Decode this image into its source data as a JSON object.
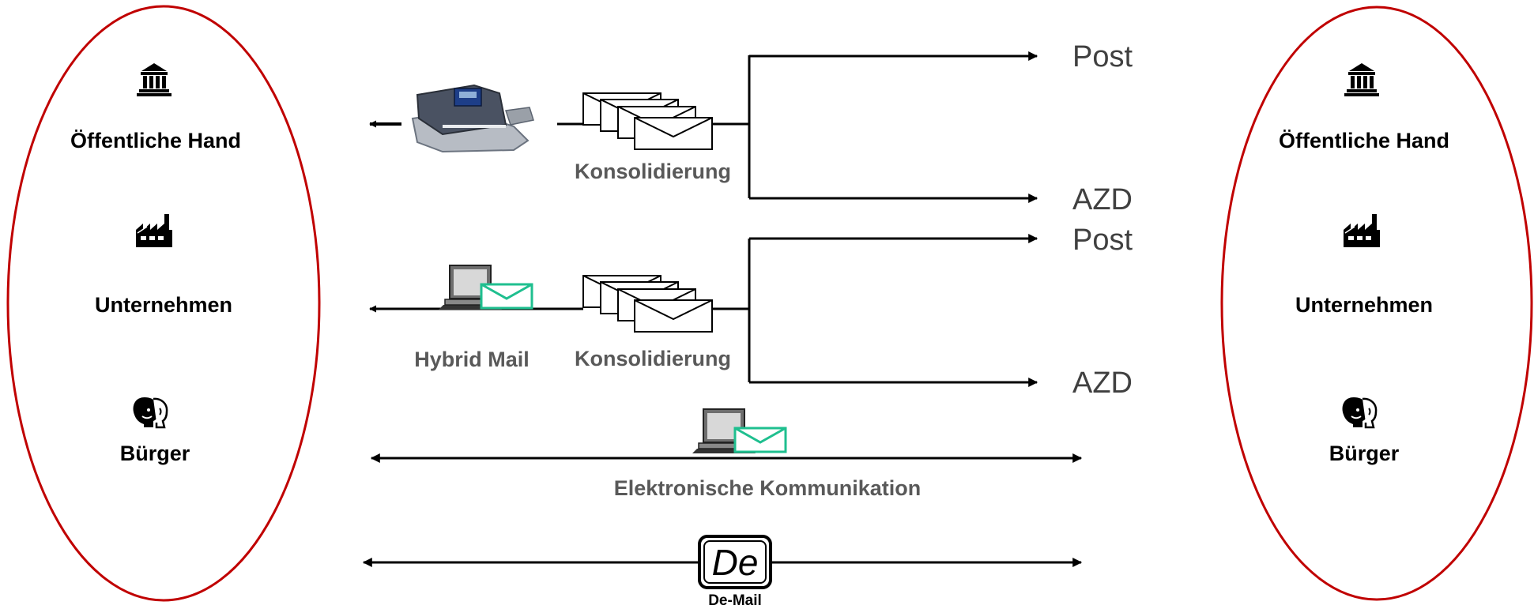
{
  "colors": {
    "ellipse_stroke": "#c00000",
    "line": "#000000",
    "gray_text": "#595959",
    "dest_text": "#404040",
    "envelope_accent": "#1fbf8f"
  },
  "left_group": {
    "actors": [
      {
        "label": "Öffentliche Hand",
        "icon": "government-building-icon"
      },
      {
        "label": "Unternehmen",
        "icon": "factory-icon"
      },
      {
        "label": "Bürger",
        "icon": "people-icon"
      }
    ]
  },
  "right_group": {
    "actors": [
      {
        "label": "Öffentliche Hand",
        "icon": "government-building-icon"
      },
      {
        "label": "Unternehmen",
        "icon": "factory-icon"
      },
      {
        "label": "Bürger",
        "icon": "people-icon"
      }
    ]
  },
  "flow_postal": {
    "device_icon": "franking-machine-icon",
    "consolidation_label": "Konsolidierung",
    "destinations": [
      "Post",
      "AZD"
    ]
  },
  "flow_hybrid": {
    "device_icon": "laptop-mail-icon",
    "device_label": "Hybrid Mail",
    "consolidation_label": "Konsolidierung",
    "destinations": [
      "Post",
      "AZD"
    ]
  },
  "flow_electronic": {
    "device_icon": "laptop-mail-icon",
    "label": "Elektronische Kommunikation"
  },
  "flow_demail": {
    "logo_text": "De",
    "label": "De-Mail"
  }
}
